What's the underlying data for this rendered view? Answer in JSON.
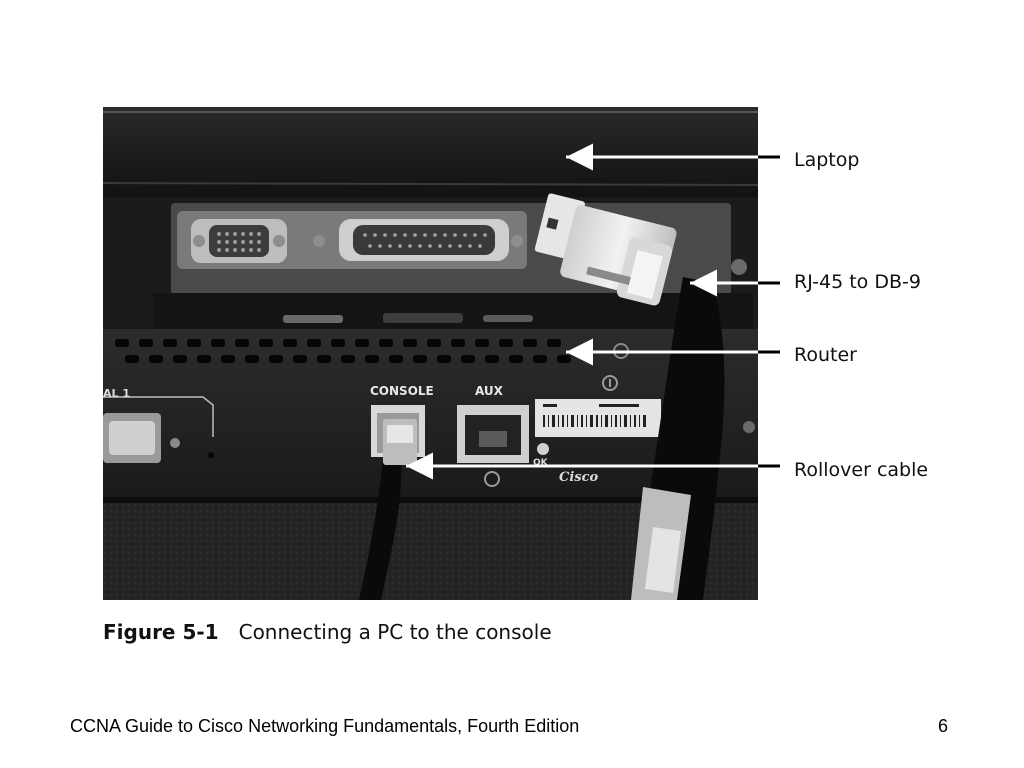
{
  "figure": {
    "callouts": [
      {
        "label": "Laptop"
      },
      {
        "label": "RJ-45 to DB-9"
      },
      {
        "label": "Router"
      },
      {
        "label": "Rollover cable"
      }
    ],
    "caption_number": "Figure 5-1",
    "caption_text": "Connecting a PC to the console",
    "photo_labels": {
      "console": "CONSOLE",
      "aux": "AUX",
      "brand": "Cisco",
      "serial_label": "AL 1",
      "ok": "OK"
    }
  },
  "footer": {
    "title": "CCNA Guide to Cisco Networking Fundamentals, Fourth Edition",
    "page": "6"
  }
}
